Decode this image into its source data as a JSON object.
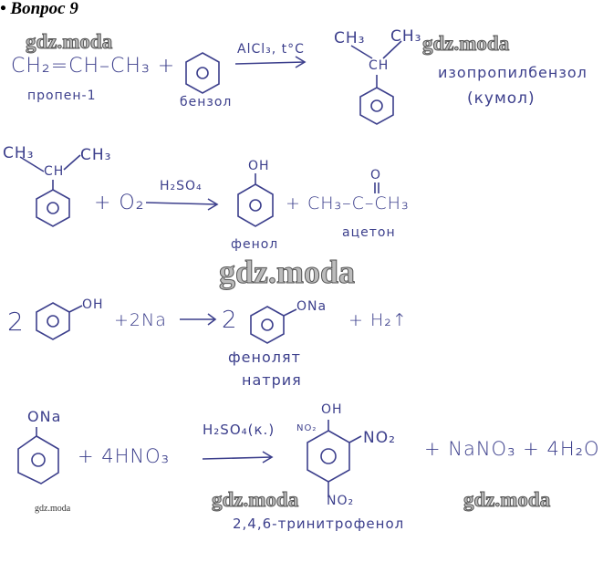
{
  "title": "• Вопрос 9",
  "watermark": "gdz.moda",
  "reaction1": {
    "reactant1": "CH₂=CH–CH₃ +",
    "reactant1_name": "пропен-1",
    "reactant2_name": "бензол",
    "condition": "AlCl₃, t°C",
    "product_ch3_left": "CH₃",
    "product_ch3_right": "CH₃",
    "product_ch": "CH",
    "product_name": "изопропилбензол",
    "product_alt_name": "(кумол)"
  },
  "reaction2": {
    "ch3_left": "CH₃",
    "ch": "CH",
    "ch3_right": "CH₃",
    "plus_o2": "+ O₂",
    "condition": "H₂SO₄",
    "phenol_oh": "OH",
    "phenol_name": "фенол",
    "acetone": "+ CH₃–C–CH₃",
    "acetone_o": "O",
    "acetone_name": "ацетон"
  },
  "reaction3": {
    "coef1": "2",
    "oh": "OH",
    "plus_na": "+2Na",
    "coef2": "2",
    "ona": "ONa",
    "plus_h2": "+ H₂↑",
    "product_name_1": "фенолят",
    "product_name_2": "натрия"
  },
  "reaction4": {
    "ona": "ONa",
    "plus_hno3": "+ 4HNO₃",
    "condition": "H₂SO₄(к.)",
    "oh": "OH",
    "no2_left": "NO₂",
    "no2_right": "NO₂",
    "no2_bottom": "NO₂",
    "byproducts": "+ NaNO₃ + 4H₂O",
    "product_name": "2,4,6-тринитрофенол"
  }
}
